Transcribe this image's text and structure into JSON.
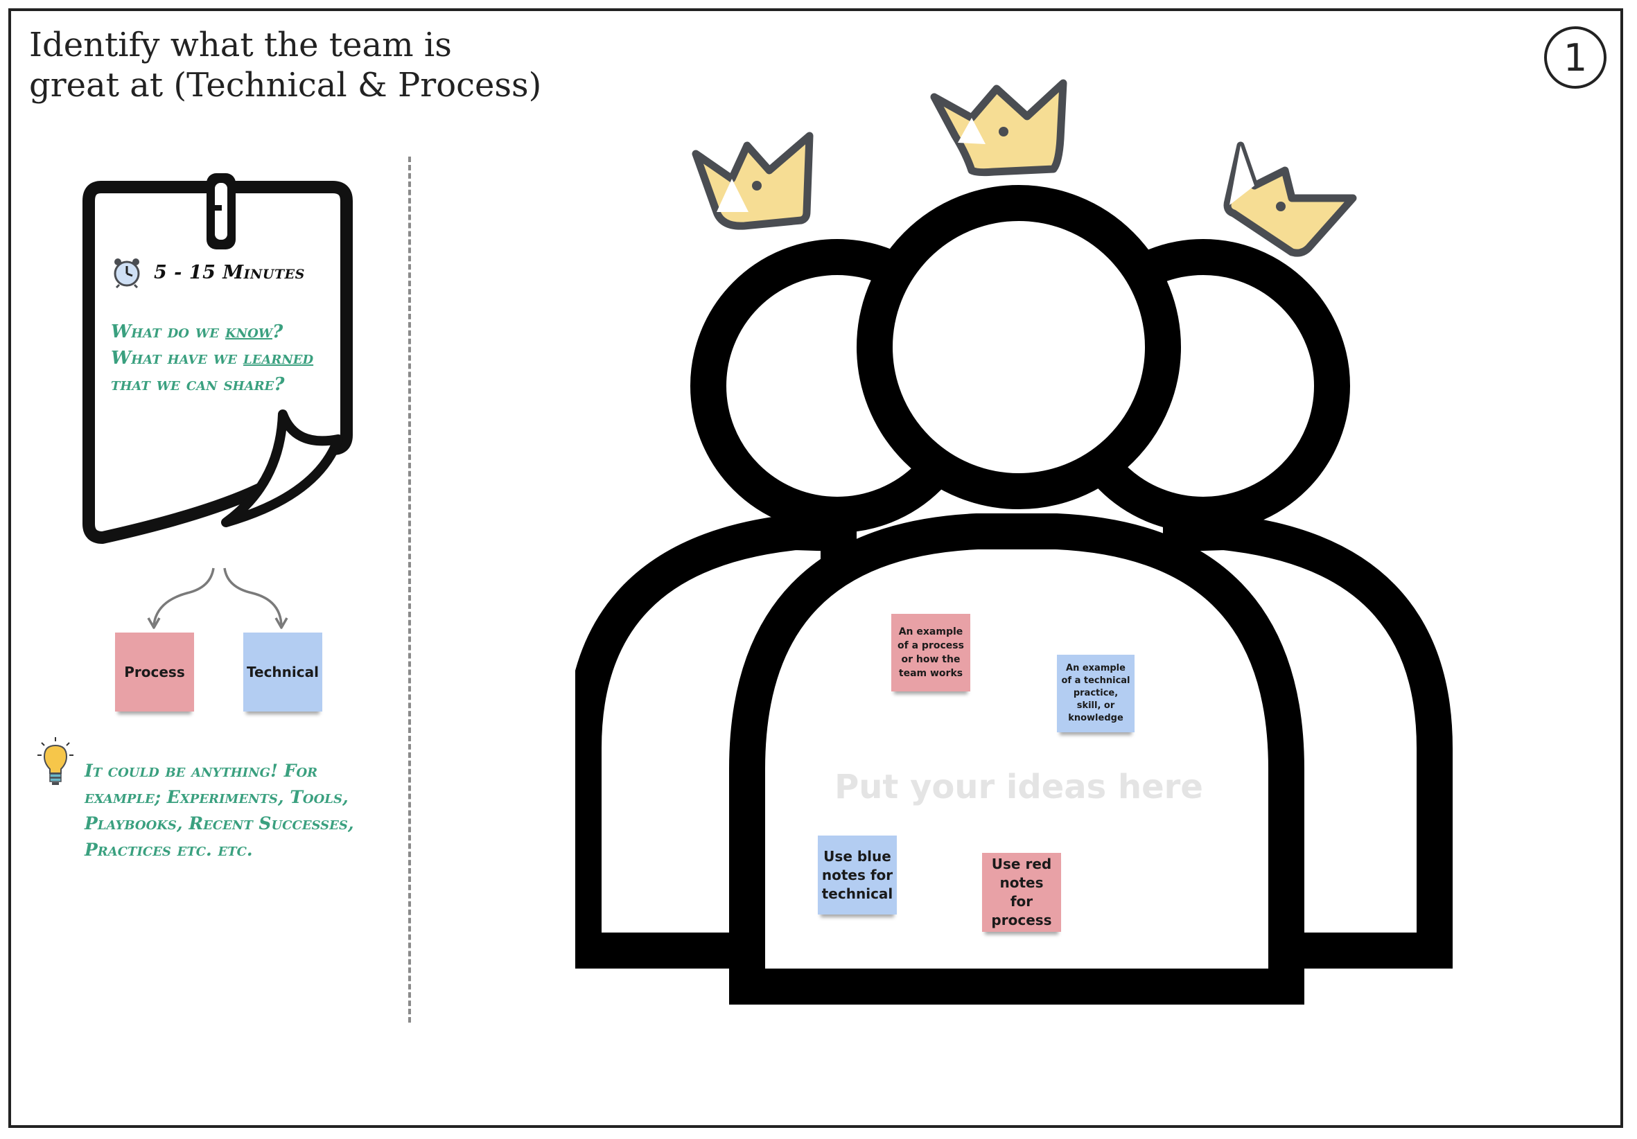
{
  "header": {
    "title_line1": "Identify what the team is",
    "title_line2": "great at (Technical & Process)",
    "step_number": "1"
  },
  "instructions": {
    "timer_label": "5 - 15 Minutes",
    "question_line1_pre": "What do we ",
    "question_line1_em": "know",
    "question_line1_post": "?",
    "question_line2_pre": "What have we ",
    "question_line2_em": "learned",
    "question_line3": "that we can share?"
  },
  "legend": {
    "process_label": "Process",
    "technical_label": "Technical"
  },
  "tip": {
    "text": "It could be anything! For example; Experiments, Tools, Playbooks, Recent Successes, Practices etc. etc."
  },
  "board": {
    "placeholder": "Put your ideas here",
    "notes": [
      {
        "text": "An example of a process or how the team works",
        "color": "red"
      },
      {
        "text": "An example of a technical practice, skill, or knowledge",
        "color": "blue"
      },
      {
        "text": "Use blue notes for technical",
        "color": "blue"
      },
      {
        "text": "Use red notes for process",
        "color": "red"
      }
    ]
  },
  "colors": {
    "accent_green": "#3aa07f",
    "sticky_red": "#e8a1a6",
    "sticky_blue": "#b3cdf2",
    "crown_yellow": "#f6dd94",
    "crown_outline": "#4a4d52"
  },
  "icons": [
    "alarm-clock-icon",
    "paper-clip-icon",
    "lightbulb-icon",
    "crown-icon"
  ]
}
